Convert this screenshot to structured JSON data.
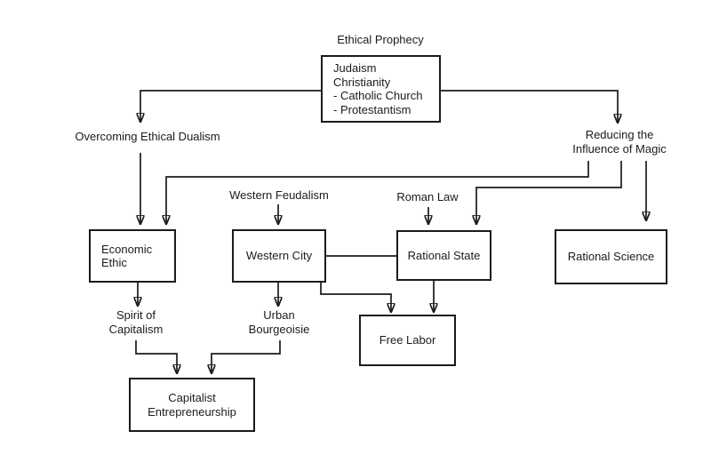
{
  "canvas": {
    "background": "#ffffff",
    "line_color": "#1b1b1b",
    "text_color": "#1b1b1b"
  },
  "diagram": {
    "labels": {
      "ethical_prophecy": "Ethical Prophecy",
      "overcoming_ethical_dualism": "Overcoming Ethical Dualism",
      "reducing_magic_line1": "Reducing the",
      "reducing_magic_line2": "Influence of Magic",
      "western_feudalism": "Western Feudalism",
      "roman_law": "Roman Law",
      "spirit_of_capitalism_line1": "Spirit of",
      "spirit_of_capitalism_line2": "Capitalism",
      "urban_bourgeoisie_line1": "Urban",
      "urban_bourgeoisie_line2": "Bourgeoisie"
    },
    "boxes": {
      "ethical_prophecy_sources": {
        "line1": "Judaism",
        "line2": "Christianity",
        "line3": "- Catholic Church",
        "line4": "- Protestantism"
      },
      "economic_ethic": {
        "line1": "Economic",
        "line2": "Ethic"
      },
      "western_city": {
        "label": "Western City"
      },
      "rational_state": {
        "label": "Rational State"
      },
      "rational_science": {
        "label": "Rational Science"
      },
      "free_labor": {
        "label": "Free Labor"
      },
      "capitalist_entrepreneurship": {
        "line1": "Capitalist",
        "line2": "Entrepreneurship"
      }
    },
    "edges": [
      {
        "from": "ethical_prophecy_sources",
        "to": "overcoming_ethical_dualism",
        "type": "arrow"
      },
      {
        "from": "ethical_prophecy_sources",
        "to": "reducing_influence_of_magic",
        "type": "arrow"
      },
      {
        "from": "overcoming_ethical_dualism",
        "to": "economic_ethic",
        "type": "arrow"
      },
      {
        "from": "reducing_influence_of_magic",
        "to": "economic_ethic",
        "type": "arrow"
      },
      {
        "from": "reducing_influence_of_magic",
        "to": "rational_state",
        "type": "arrow"
      },
      {
        "from": "reducing_influence_of_magic",
        "to": "rational_science",
        "type": "arrow"
      },
      {
        "from": "western_feudalism",
        "to": "western_city",
        "type": "arrow"
      },
      {
        "from": "roman_law",
        "to": "rational_state",
        "type": "arrow"
      },
      {
        "from": "economic_ethic",
        "to": "spirit_of_capitalism",
        "type": "arrow"
      },
      {
        "from": "western_city",
        "to": "urban_bourgeoisie",
        "type": "arrow"
      },
      {
        "from": "western_city",
        "to": "rational_state",
        "type": "plain-line"
      },
      {
        "from": "western_city",
        "to": "free_labor",
        "type": "arrow"
      },
      {
        "from": "rational_state",
        "to": "free_labor",
        "type": "arrow"
      },
      {
        "from": "spirit_of_capitalism",
        "to": "capitalist_entrepreneurship",
        "type": "arrow"
      },
      {
        "from": "urban_bourgeoisie",
        "to": "capitalist_entrepreneurship",
        "type": "arrow"
      }
    ]
  }
}
